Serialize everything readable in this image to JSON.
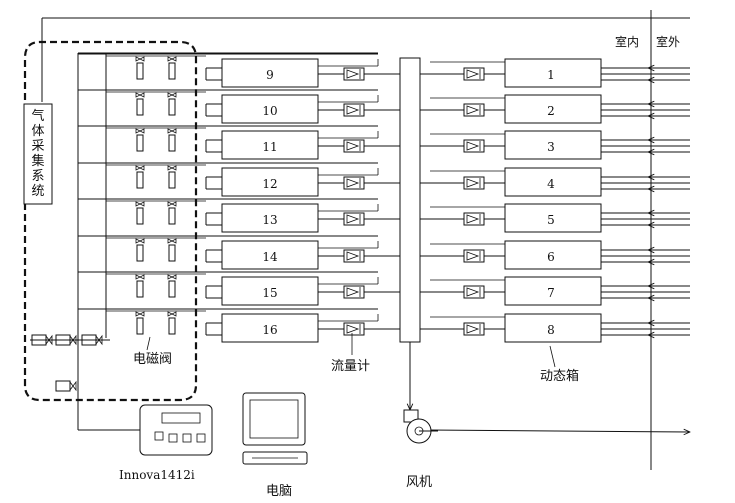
{
  "labels": {
    "indoor": "室内",
    "outdoor": "室外",
    "gas_system": "气体采集系统",
    "solenoid": "电磁阀",
    "flowmeter": "流量计",
    "dynamic_box": "动态箱",
    "fan": "风机",
    "analyzer": "Innova1412i",
    "computer": "电脑"
  },
  "boxes_right": [
    "1",
    "2",
    "3",
    "4",
    "5",
    "6",
    "7",
    "8"
  ],
  "boxes_left": [
    "9",
    "10",
    "11",
    "12",
    "13",
    "14",
    "15",
    "16"
  ],
  "icons": {
    "valve": "solenoid-valve-icon",
    "flowmeter": "flowmeter-icon",
    "fan": "fan-icon",
    "analyzer": "gas-analyzer-icon",
    "computer": "computer-icon"
  }
}
